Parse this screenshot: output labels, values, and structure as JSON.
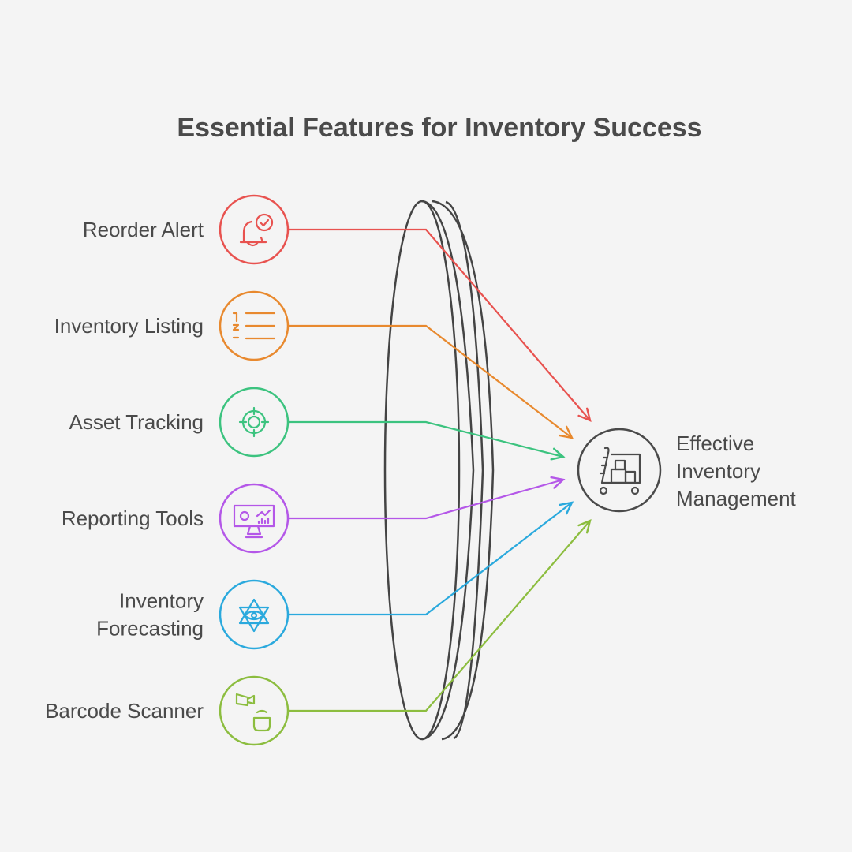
{
  "title": "Essential Features for Inventory Success",
  "features": [
    {
      "label": [
        "Reorder Alert"
      ],
      "icon": "bell-check-icon",
      "color": "#e8524f"
    },
    {
      "label": [
        "Inventory Listing"
      ],
      "icon": "numbered-list-icon",
      "color": "#e8892e"
    },
    {
      "label": [
        "Asset Tracking"
      ],
      "icon": "target-icon",
      "color": "#3cc37f"
    },
    {
      "label": [
        "Reporting Tools"
      ],
      "icon": "monitor-chart-icon",
      "color": "#b457e8"
    },
    {
      "label": [
        "Inventory",
        "Forecasting"
      ],
      "icon": "star-eye-icon",
      "color": "#2aa9dd"
    },
    {
      "label": [
        "Barcode Scanner"
      ],
      "icon": "scanner-basket-icon",
      "color": "#8cbd3f"
    }
  ],
  "outcome": {
    "label": [
      "Effective",
      "Inventory",
      "Management"
    ],
    "icon": "cart-boxes-icon",
    "color": "#4a4a4a"
  }
}
